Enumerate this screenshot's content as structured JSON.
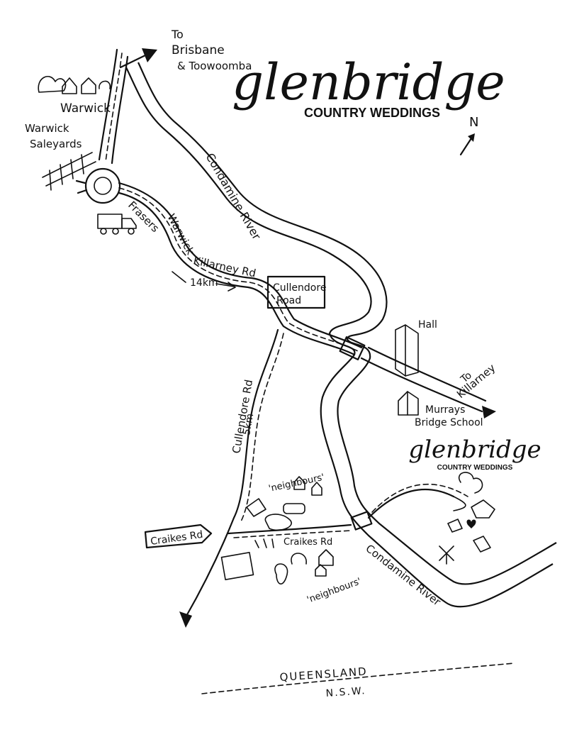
{
  "brand": {
    "name": "glenbridge",
    "tagline": "COUNTRY WEDDINGS"
  },
  "labels": {
    "to_brisbane_line1": "To",
    "to_brisbane_line2": "Brisbane",
    "to_brisbane_line3": "& Toowoomba",
    "warwick": "Warwick",
    "saleyards_line1": "Warwick",
    "saleyards_line2": "Saleyards",
    "frasers": "Frasers",
    "warwick_killarney_rd_part1": "Warwick",
    "warwick_killarney_rd_part2": "Killarney Rd",
    "dist_14km": "14km",
    "cullendore_road_sign_line1": "Cullendore",
    "cullendore_road_sign_line2": "Road",
    "condamine_river_top": "Condamine River",
    "condamine_river_bottom": "Condamine River",
    "hall": "Hall",
    "to_killarney_line1": "To",
    "to_killarney_line2": "Killarney",
    "murrays_school_line1": "Murrays",
    "murrays_school_line2": "Bridge School",
    "cullendore_rd": "Cullendore Rd",
    "dist_5km": "5km",
    "neighbours_top": "'neighbours'",
    "neighbours_bottom": "'neighbours'",
    "craikes_rd_sign": "Craikes Rd",
    "craikes_rd": "Craikes Rd",
    "state_qld": "QUEENSLAND",
    "state_nsw": "N.S.W."
  },
  "compass": {
    "symbol": "N"
  }
}
